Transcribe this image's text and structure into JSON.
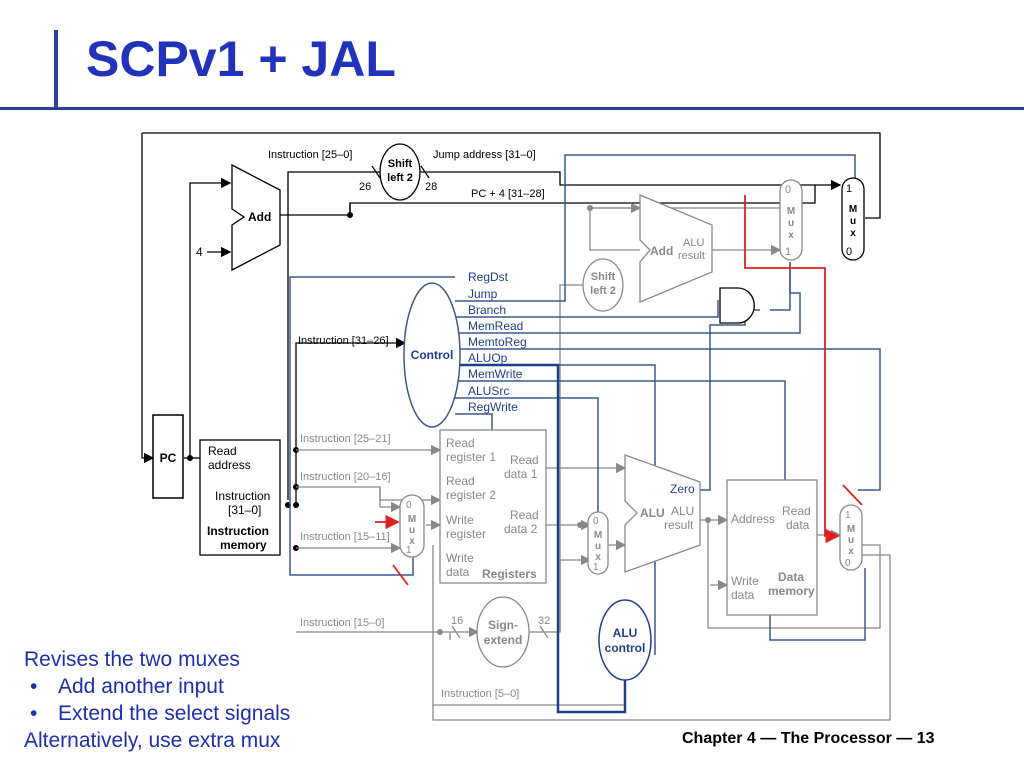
{
  "slide": {
    "title": "SCPv1 + JAL",
    "footer": "Chapter 4 — The Processor — 13"
  },
  "notes": {
    "line1": "Revises the two muxes",
    "bullet1": "Add another input",
    "bullet2": "Extend the select signals",
    "line2": "Alternatively, use extra mux",
    "bullet_char": "•"
  },
  "colors": {
    "title": "#2233bb",
    "wire_blue": "#3a5a8c",
    "wire_black": "#000000",
    "wire_gray": "#888888",
    "red": "#e02020",
    "dark_blue": "#1f3f8c"
  },
  "diagram": {
    "pc": "PC",
    "add": "Add",
    "four": "4",
    "instr_25_0": "Instruction [25–0]",
    "shift_left_2": "Shift",
    "shift_left_2b": "left 2",
    "n26": "26",
    "n28": "28",
    "jump_address": "Jump address [31–0]",
    "pc4_31_28": "PC + 4 [31–28]",
    "alu_add": "Add",
    "alu_result": "ALU",
    "alu_result2": "result",
    "mux_a_0": "0",
    "mux_a_1": "1",
    "mux_b_0": "0",
    "mux_b_1": "1",
    "mux_m": "M",
    "mux_u": "u",
    "mux_x": "x",
    "control": "Control",
    "instr_31_26": "Instruction [31–26]",
    "signals": [
      "RegDst",
      "Jump",
      "Branch",
      "MemRead",
      "MemtoReg",
      "ALUOp",
      "MemWrite",
      "ALUSrc",
      "RegWrite"
    ],
    "read_address": "Read",
    "read_address2": "address",
    "instruction": "Instruction",
    "instruction2": "[31–0]",
    "instr_memory": "Instruction",
    "instr_memory2": "memory",
    "instr_25_21": "Instruction [25–21]",
    "instr_20_16": "Instruction [20–16]",
    "instr_15_11": "Instruction [15–11]",
    "instr_15_0": "Instruction [15–0]",
    "instr_5_0": "Instruction [5–0]",
    "read_reg1": "Read",
    "read_reg1b": "register 1",
    "read_reg2": "Read",
    "read_reg2b": "register 2",
    "write_reg": "Write",
    "write_regb": "register",
    "write_data": "Write",
    "write_datab": "data",
    "read_data1": "Read",
    "read_data1b": "data 1",
    "read_data2": "Read",
    "read_data2b": "data 2",
    "registers": "Registers",
    "sign_extend": "Sign-",
    "sign_extend2": "extend",
    "n16": "16",
    "n32": "32",
    "alu": "ALU",
    "zero": "Zero",
    "alu_res": "ALU",
    "alu_res2": "result",
    "alu_control": "ALU",
    "alu_control2": "control",
    "address": "Address",
    "read_data": "Read",
    "read_datab": "data",
    "dm_write": "Write",
    "dm_writeb": "data",
    "data_memory": "Data",
    "data_memory2": "memory",
    "shift2_b": "Shift",
    "shift2_b2": "left 2"
  }
}
